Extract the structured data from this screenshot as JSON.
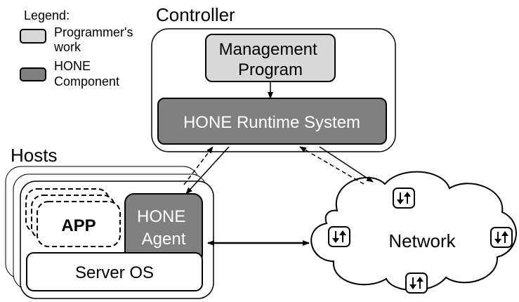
{
  "legend": {
    "title": "Legend:",
    "items": [
      {
        "lines": [
          "Programmer's",
          "work"
        ],
        "color": "#d9d9d9"
      },
      {
        "lines": [
          "HONE",
          "Component"
        ],
        "color": "#808080"
      }
    ]
  },
  "controller": {
    "title": "Controller",
    "management_program": {
      "lines": [
        "Management",
        "Program"
      ],
      "color": "#d9d9d9"
    },
    "runtime_system": {
      "label": "HONE Runtime System",
      "color": "#808080"
    }
  },
  "hosts": {
    "title": "Hosts",
    "app_label": "APP",
    "agent": {
      "lines": [
        "HONE",
        "Agent"
      ],
      "color": "#808080"
    },
    "server_os_label": "Server OS"
  },
  "network": {
    "label": "Network",
    "switch_icon": "switch-icon",
    "switch_count": 4
  },
  "colors": {
    "stroke": "#000000",
    "white": "#ffffff",
    "light_gray": "#d9d9d9",
    "dark_gray": "#808080"
  }
}
